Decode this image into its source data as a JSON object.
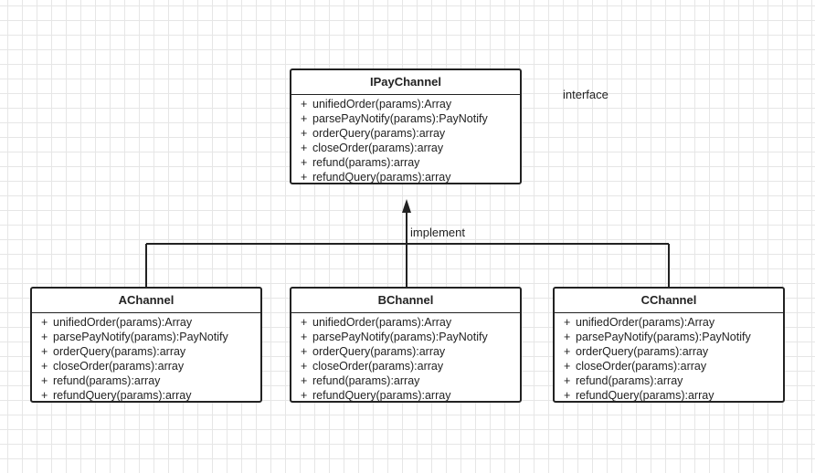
{
  "diagram": {
    "interface_note": "interface",
    "relation_label": "implement",
    "interface": {
      "name": "IPayChannel",
      "methods": [
        "unifiedOrder(params):Array",
        "parsePayNotify(params):PayNotify",
        "orderQuery(params):array",
        "closeOrder(params):array",
        "refund(params):array",
        "refundQuery(params):array"
      ]
    },
    "classes": [
      {
        "name": "AChannel",
        "methods": [
          "unifiedOrder(params):Array",
          "parsePayNotify(params):PayNotify",
          "orderQuery(params):array",
          "closeOrder(params):array",
          "refund(params):array",
          "refundQuery(params):array"
        ]
      },
      {
        "name": "BChannel",
        "methods": [
          "unifiedOrder(params):Array",
          "parsePayNotify(params):PayNotify",
          "orderQuery(params):array",
          "closeOrder(params):array",
          "refund(params):array",
          "refundQuery(params):array"
        ]
      },
      {
        "name": "CChannel",
        "methods": [
          "unifiedOrder(params):Array",
          "parsePayNotify(params):PayNotify",
          "orderQuery(params):array",
          "closeOrder(params):array",
          "refund(params):array",
          "refundQuery(params):array"
        ]
      }
    ],
    "visibility_symbol": "+",
    "colors": {
      "stroke": "#222222",
      "grid": "#e6e6e6",
      "background": "#ffffff"
    }
  }
}
